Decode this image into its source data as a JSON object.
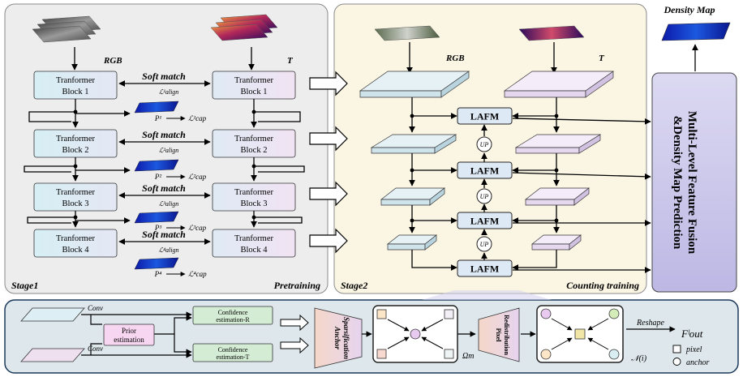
{
  "stage1": {
    "rgb_label": "RGB",
    "t_label": "T",
    "stage_label": "Stage1",
    "phase_label": "Pretraining",
    "blocks": [
      {
        "left_l1": "Tranformer",
        "left_l2": "Block 1",
        "right_l1": "Tranformer",
        "right_l2": "Block 1",
        "match": "Soft match",
        "align_loss": "ℒ¹align",
        "map": "P¹",
        "cap_loss": "ℒ¹cap"
      },
      {
        "left_l1": "Tranformer",
        "left_l2": "Block 2",
        "right_l1": "Tranformer",
        "right_l2": "Block 2",
        "match": "Soft match",
        "align_loss": "ℒ²align",
        "map": "P²",
        "cap_loss": "ℒ²cap"
      },
      {
        "left_l1": "Tranformer",
        "left_l2": "Block 3",
        "right_l1": "Tranformer",
        "right_l2": "Block 3",
        "match": "Soft match",
        "align_loss": "ℒ³align",
        "map": "P³",
        "cap_loss": "ℒ³cap"
      },
      {
        "left_l1": "Tranformer",
        "left_l2": "Block 4",
        "right_l1": "Tranformer",
        "right_l2": "Block 4",
        "match": "Soft match",
        "align_loss": "ℒ⁴align",
        "map": "P⁴",
        "cap_loss": "ℒ⁴cap"
      }
    ]
  },
  "stage2": {
    "rgb_label": "RGB",
    "t_label": "T",
    "stage_label": "Stage2",
    "phase_label": "Counting training",
    "lafm_label": "LAFM",
    "up_label": "UP"
  },
  "output": {
    "density_title": "Density Map",
    "fusion_l1": "Multi-Level Feature Fusion",
    "fusion_l2": "&Density Map Prediction"
  },
  "bottom": {
    "conv_top": "Conv",
    "conv_bottom": "Conv",
    "prior_l1": "Prior",
    "prior_l2": "estimation",
    "conf_r_l1": "Confidence",
    "conf_r_l2": "estimation-R",
    "conf_t_l1": "Confidence",
    "conf_t_l2": "estimation-T",
    "anchor_l1": "Anchor",
    "anchor_l2": "Sparsification",
    "pixel_l1": "Pixel",
    "pixel_l2": "Redistribution",
    "omega": "Ωm",
    "neighborhood": "𝒩(i)",
    "reshape": "Reshape",
    "output_feat": "Fˡout",
    "legend_pixel": "pixel",
    "legend_anchor": "anchor"
  },
  "colors": {
    "panel1_bg": "#ededed",
    "panel2_bg": "#fbf6e4",
    "block_left": "#d9ecf2",
    "block_right": "#ede3f3",
    "lafm": "#dde9f5",
    "fusion": "#c7c3e9",
    "bottom_bg": "#dde7ec",
    "confidence": "#d3ecd3",
    "prior": "#f6d6f0"
  }
}
